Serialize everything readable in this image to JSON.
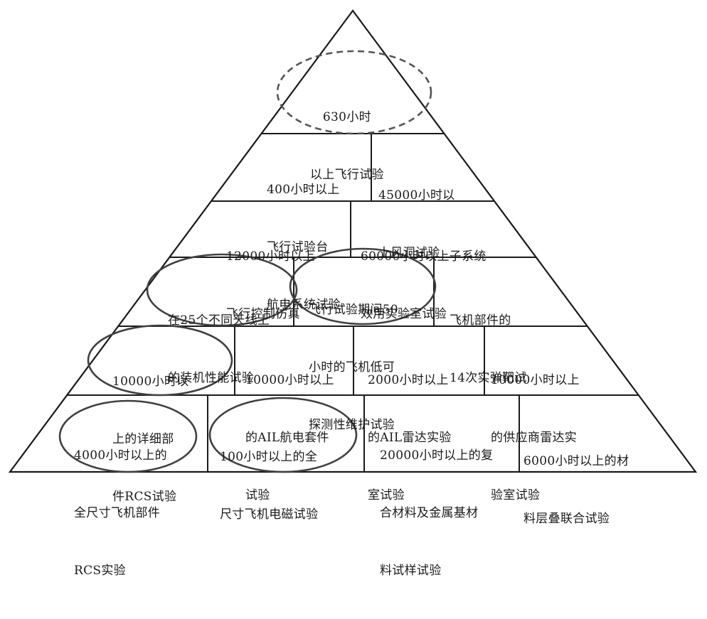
{
  "tiers": [
    {
      "cells": [
        {
          "lines": [
            "630小时",
            "以上飞行试验"
          ],
          "highlight": "dashed"
        }
      ]
    },
    {
      "cells": [
        {
          "lines": [
            "400小时以上",
            "飞行试验台",
            "航电系统试验"
          ]
        },
        {
          "lines": [
            "45000小时以",
            "上风洞试验"
          ]
        }
      ]
    },
    {
      "cells": [
        {
          "lines": [
            "12000小时以上",
            "飞行控制仿真"
          ]
        },
        {
          "lines": [
            "60000小时以上子系统",
            "效用实验室试验"
          ]
        }
      ]
    },
    {
      "cells": [
        {
          "lines": [
            "在25个不同天线上",
            "的装机性能试验"
          ],
          "highlight": "solid"
        },
        {
          "lines": [
            "飞行试验期间50",
            "小时的飞机低可",
            "探测性维护试验"
          ],
          "highlight": "solid"
        },
        {
          "lines": [
            "飞机部件的",
            "14次实弹靶试"
          ]
        }
      ]
    },
    {
      "cells": [
        {
          "lines": [
            "10000小时以",
            "上的详细部",
            "件RCS试验"
          ],
          "highlight": "solid"
        },
        {
          "lines": [
            "10000小时以上",
            "的AIL航电套件",
            "试验"
          ]
        },
        {
          "lines": [
            "2000小时以上",
            "的AIL雷达实验",
            "室试验"
          ]
        },
        {
          "lines": [
            "10000小时以上",
            "的供应商雷达实",
            "验室试验"
          ]
        }
      ]
    },
    {
      "cells": [
        {
          "lines": [
            "4000小时以上的",
            "全尺寸飞机部件",
            "RCS实验"
          ],
          "highlight": "solid"
        },
        {
          "lines": [
            "100小时以上的全",
            "尺寸飞机电磁试验"
          ],
          "highlight": "solid"
        },
        {
          "lines": [
            "20000小时以上的复",
            "合材料及金属基材",
            "料试样试验"
          ]
        },
        {
          "lines": [
            "6000小时以上的材",
            "料层叠联合试验"
          ]
        }
      ]
    }
  ],
  "colors": {
    "stroke": "#1a1a1a",
    "text": "#1a1a1a",
    "ellipse": "#404040",
    "background": "#ffffff"
  }
}
